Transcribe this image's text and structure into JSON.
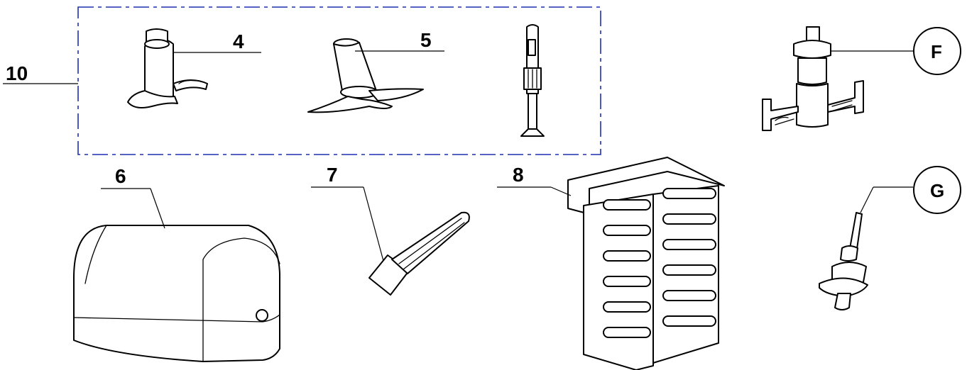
{
  "labels": {
    "group_10": "10",
    "part_4": "4",
    "part_5": "5",
    "part_6": "6",
    "part_7": "7",
    "part_8": "8",
    "part_F": "F",
    "part_G": "G"
  },
  "colors": {
    "group_frame": "#1f2fb0",
    "line": "#000000",
    "background": "#ffffff"
  }
}
